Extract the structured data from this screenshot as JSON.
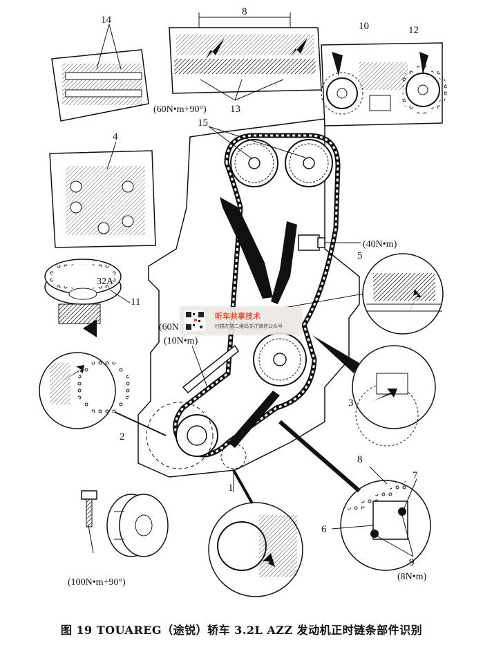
{
  "figure": {
    "caption": "图 19  TOUAREG（途锐）轿车 3.2L AZZ 发动机正时链条部件识别"
  },
  "callouts": {
    "n1": "1",
    "n2": "2",
    "n3": "3",
    "n4": "4",
    "n5": "5",
    "n6": "6",
    "n7": "7",
    "n8_top": "8",
    "n8_detail": "8",
    "n9": "9",
    "n10": "10",
    "n11": "11",
    "n12": "12",
    "n13": "13",
    "n14": "14",
    "n15": "15",
    "n32a": "32A"
  },
  "torques": {
    "t_60_90": "(60N•m+90°)",
    "t_40": "(40N•m)",
    "t_60_partial": "(60N",
    "t_10": "(10N•m)",
    "t_100_90": "(100N•m+90°)",
    "t_8": "(8N•m)"
  },
  "watermark": {
    "title": "听车共享技术",
    "subtitle": "扫描左侧二维码关注微信公众号",
    "brand_color": "#e8502a"
  }
}
